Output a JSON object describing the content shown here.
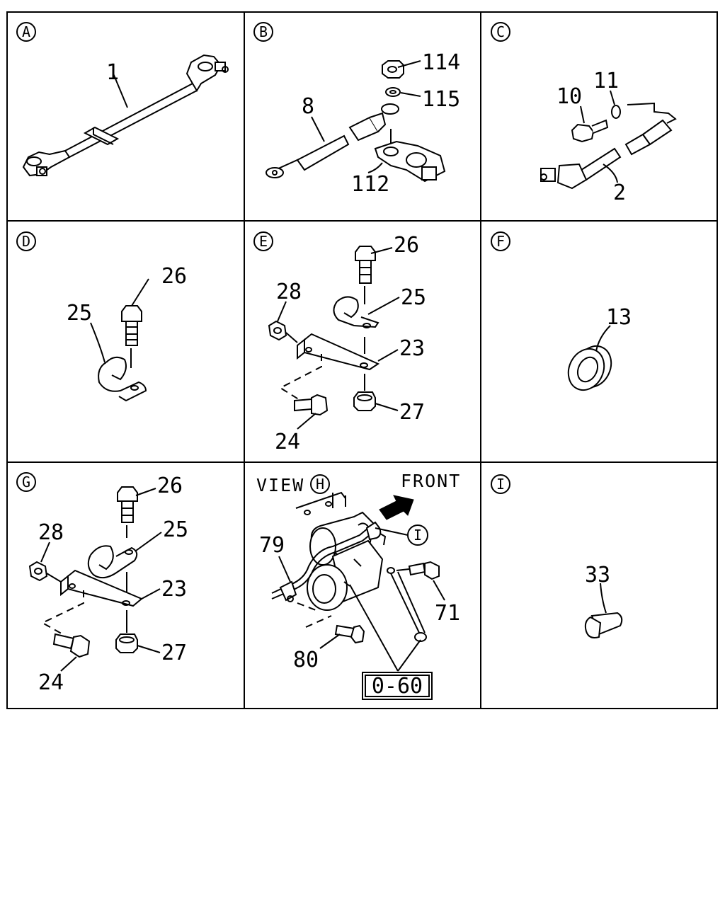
{
  "panels": {
    "A": {
      "letter": "A",
      "callouts": [
        "1"
      ]
    },
    "B": {
      "letter": "B",
      "callouts": [
        "114",
        "115",
        "8",
        "112"
      ]
    },
    "C": {
      "letter": "C",
      "callouts": [
        "10",
        "11",
        "2"
      ]
    },
    "D": {
      "letter": "D",
      "callouts": [
        "26",
        "25"
      ]
    },
    "E": {
      "letter": "E",
      "callouts": [
        "26",
        "28",
        "25",
        "23",
        "27",
        "24"
      ]
    },
    "F": {
      "letter": "F",
      "callouts": [
        "13"
      ]
    },
    "G": {
      "letter": "G",
      "callouts": [
        "26",
        "28",
        "25",
        "23",
        "27",
        "24"
      ]
    },
    "H": {
      "view_label": "VIEW",
      "letter": "H",
      "front_label": "FRONT",
      "ref_letter": "I",
      "callouts": [
        "79",
        "71",
        "80"
      ],
      "reference_box": "0-60"
    },
    "I": {
      "letter": "I",
      "callouts": [
        "33"
      ]
    }
  }
}
